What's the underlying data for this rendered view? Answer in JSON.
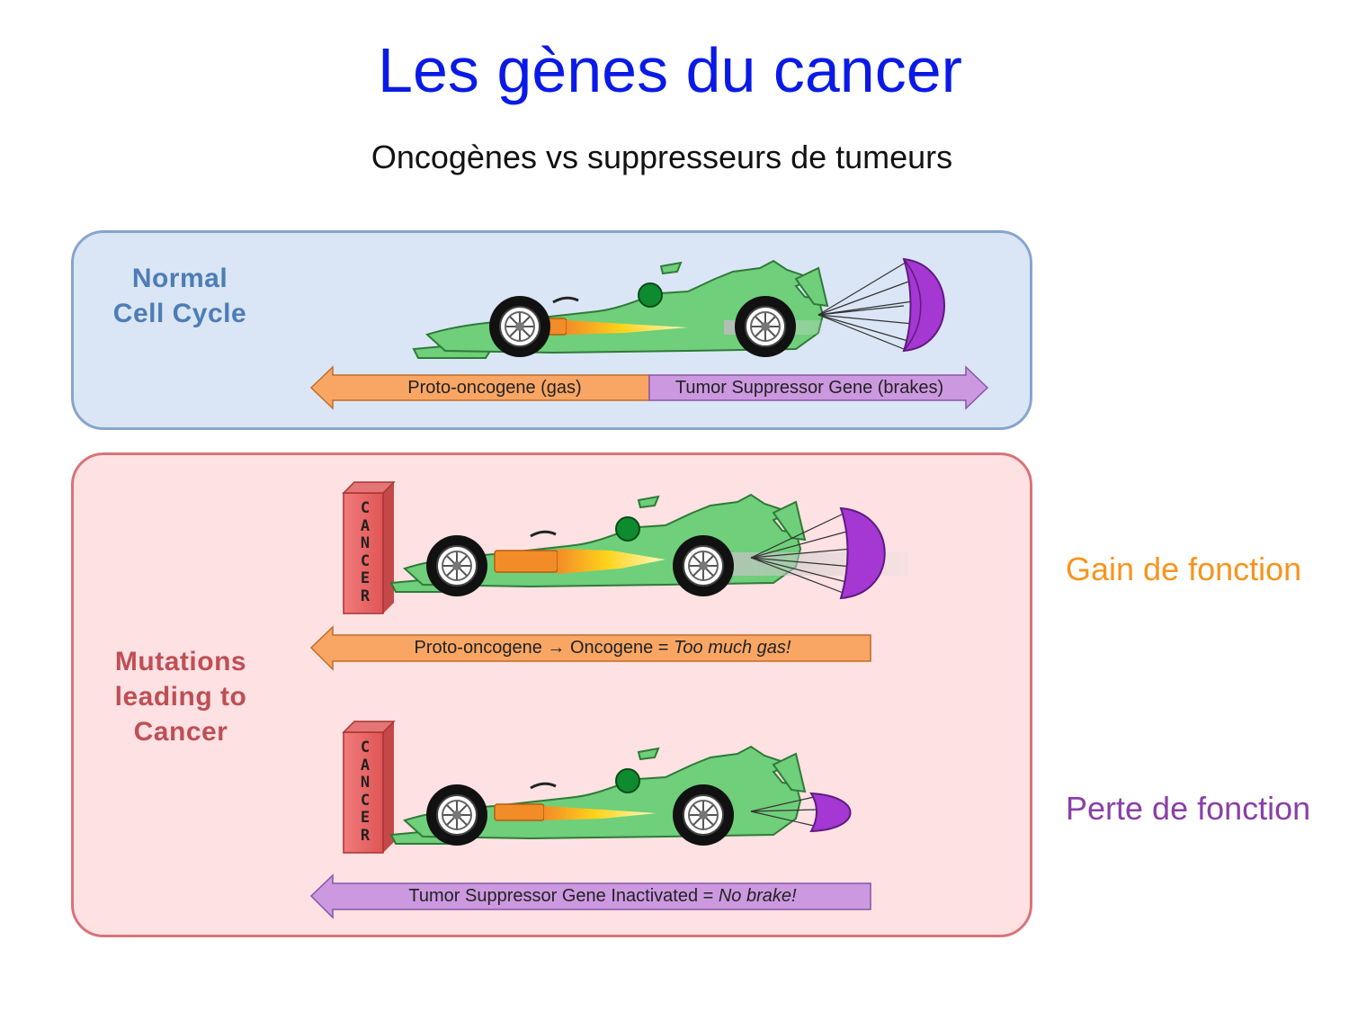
{
  "title": "Les gènes du cancer",
  "subtitle": "Oncogènes vs suppresseurs de tumeurs",
  "panels": {
    "normal": {
      "label_line1": "Normal",
      "label_line2": "Cell Cycle",
      "arrow_left": "Proto-oncogene (gas)",
      "arrow_right": "Tumor Suppressor Gene (brakes)"
    },
    "mutations": {
      "label_line1": "Mutations",
      "label_line2": "leading to",
      "label_line3": "Cancer",
      "oncogene_arrow_prefix": "Proto-oncogene → Oncogene = ",
      "oncogene_arrow_emphasis": "Too much gas!",
      "suppressor_arrow_prefix": "Tumor Suppressor Gene Inactivated = ",
      "suppressor_arrow_emphasis": "No brake!",
      "wall_text": "CANCER"
    }
  },
  "side_labels": {
    "gain": "Gain de fonction",
    "perte": "Perte de fonction"
  },
  "colors": {
    "title": "#0a1ae6",
    "gas_arrow": "#f9a665",
    "brake_arrow": "#cc99e0",
    "car_body": "#6fcf7a",
    "parachute": "#9b30c9",
    "gain_label": "#f7941d",
    "perte_label": "#8a3fa8"
  }
}
